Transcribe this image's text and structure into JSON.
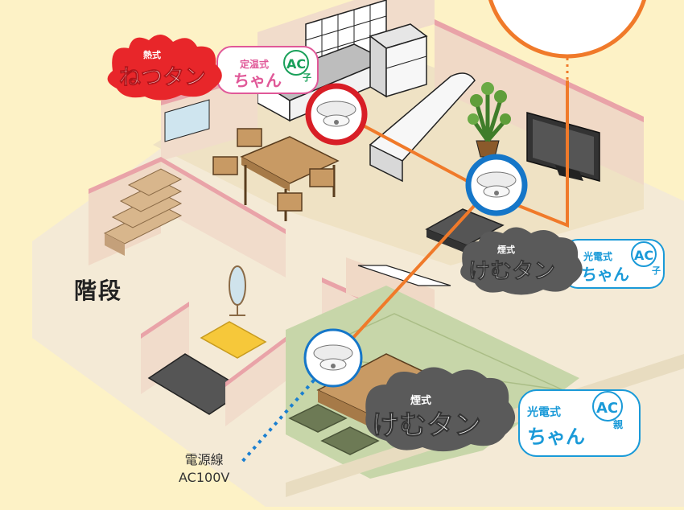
{
  "labels": {
    "stairs": "階段",
    "power_line": "電源線",
    "power_voltage": "AC100V"
  },
  "badges": {
    "heat": {
      "type_label": "熱式",
      "name": "ねつタン",
      "subtype": "定温式",
      "suffix": "ちゃん",
      "ac": "AC",
      "role": "子",
      "color": "#e8262a"
    },
    "smoke_child": {
      "type_label": "煙式",
      "name": "けむタン",
      "subtype": "光電式",
      "suffix": "ちゃん",
      "ac": "AC",
      "role": "子",
      "color": "#5a5a5a"
    },
    "smoke_parent": {
      "type_label": "煙式",
      "name": "けむタン",
      "subtype": "光電式",
      "suffix": "ちゃん",
      "ac": "AC",
      "role": "親",
      "color": "#5a5a5a"
    }
  },
  "colors": {
    "background": "#fdf2c6",
    "wire": "#f07a2a",
    "power_wire": "#1a7fd0",
    "detector_ring_red": "#d81e26",
    "detector_ring_blue": "#1576c8",
    "wall_top": "#e9a3a8",
    "floor": "#f3e8cf",
    "tatami": "#c8d8a8"
  }
}
